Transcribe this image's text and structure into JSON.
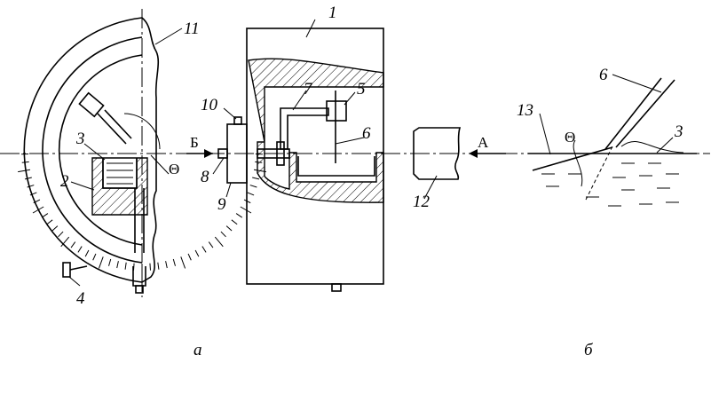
{
  "figure": {
    "labels": {
      "n1": "1",
      "n2": "2",
      "n3": "3",
      "n4": "4",
      "n5": "5",
      "n6": "6",
      "n7": "7",
      "n8": "8",
      "n9": "9",
      "n10": "10",
      "n11": "11",
      "n12": "12",
      "n13": "13",
      "n3b": "3",
      "n6b": "6"
    },
    "arrows": {
      "a": "А",
      "b": "Б"
    },
    "angle_a": "Θ",
    "angle_b": "Θ",
    "sub_a": "а",
    "sub_b": "б"
  }
}
